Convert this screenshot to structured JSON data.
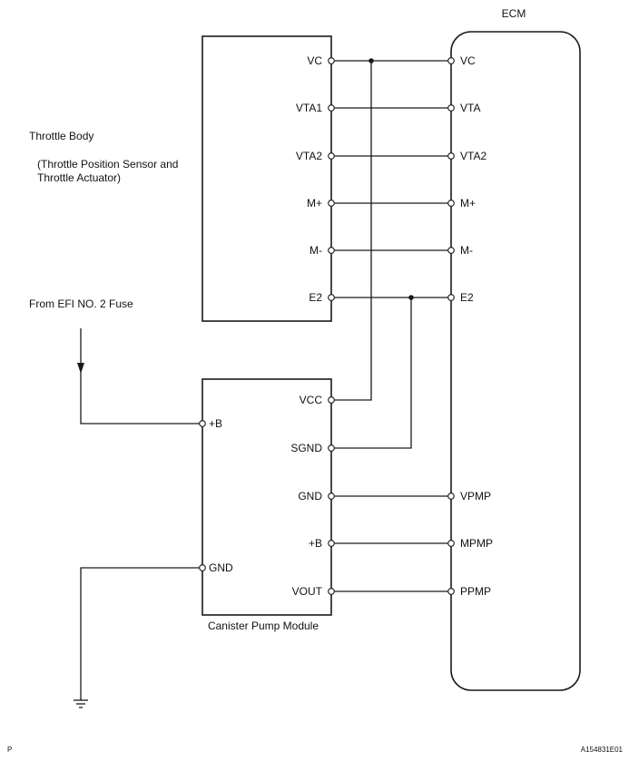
{
  "ecm": {
    "title": "ECM"
  },
  "throttle_body": {
    "title": "Throttle Body",
    "subtitle_line1": "(Throttle Position Sensor and",
    "subtitle_line2": "Throttle Actuator)",
    "pins": [
      "VC",
      "VTA1",
      "VTA2",
      "M+",
      "M-",
      "E2"
    ]
  },
  "ecm_pins_upper": [
    "VC",
    "VTA",
    "VTA2",
    "M+",
    "M-",
    "E2"
  ],
  "canister_pump": {
    "title": "Canister Pump Module",
    "right_pins": [
      "VCC",
      "SGND",
      "GND",
      "+B",
      "VOUT"
    ],
    "left_pins": [
      "+B",
      "GND"
    ]
  },
  "ecm_pins_lower": [
    "VPMP",
    "MPMP",
    "PPMP"
  ],
  "fuse_label": "From EFI NO. 2 Fuse",
  "footer": {
    "left_mark": "P",
    "figure_id": "A154831E01"
  }
}
